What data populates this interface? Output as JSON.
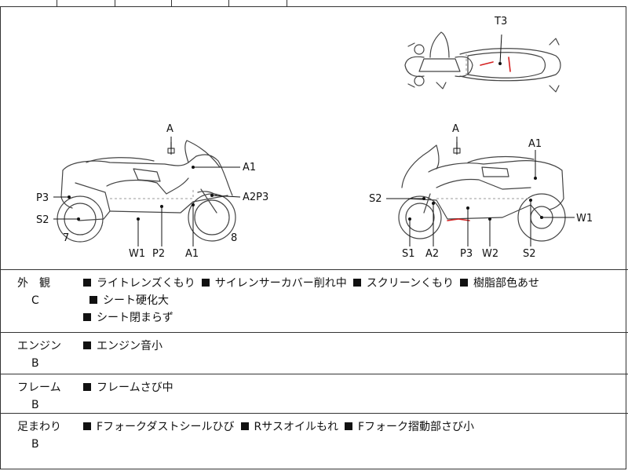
{
  "diagram": {
    "labels": {
      "top_t3": "T3",
      "left_a_top": "A",
      "left_a1": "A1",
      "left_a2p3": "A2P3",
      "left_p3": "P3",
      "left_s2": "S2",
      "left_7": "7",
      "left_8": "8",
      "left_w1": "W1",
      "left_p2": "P2",
      "left_a1_bottom": "A1",
      "right_a_top": "A",
      "right_a1": "A1",
      "right_s2": "S2",
      "right_w1": "W1",
      "right_s1": "S1",
      "right_a2": "A2",
      "right_p3": "P3",
      "right_w2": "W2",
      "right_s2_bottom": "S2"
    }
  },
  "sections": [
    {
      "category": "外　観",
      "grade": "C",
      "items": [
        "ライトレンズくもり",
        "サイレンサーカバー削れ中",
        "スクリーンくもり",
        "樹脂部色あせ",
        "シート硬化大",
        "シート閉まらず"
      ]
    },
    {
      "category": "エンジン",
      "grade": "B",
      "items": [
        "エンジン音小"
      ]
    },
    {
      "category": "フレーム",
      "grade": "B",
      "items": [
        "フレームさび中"
      ]
    },
    {
      "category": "足まわり",
      "grade": "B",
      "items": [
        "Fフォークダストシールひび",
        "Rサスオイルもれ",
        "Fフォーク摺動部さび小"
      ]
    }
  ]
}
